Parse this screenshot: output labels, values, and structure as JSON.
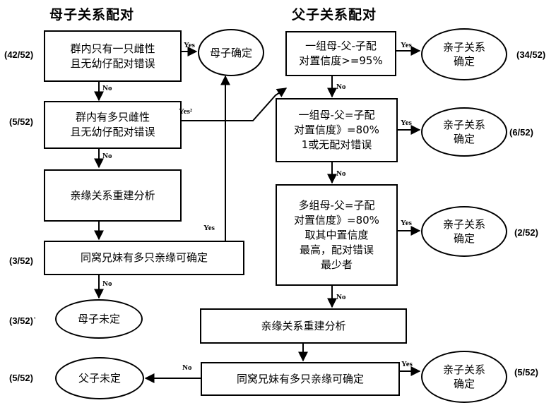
{
  "titles": {
    "left": "母子关系配对",
    "right": "父子关系配对"
  },
  "left": {
    "box1": [
      "群内只有一只雌性",
      "且无幼仔配对错误"
    ],
    "box2": [
      "群内有多只雌性",
      "且无幼仔配对错误"
    ],
    "box3": "亲缘关系重建分析",
    "box4": "同窝兄妹有多只亲缘可确定",
    "ellipse_confirm": "母子确定",
    "ellipse_undetermined": "母子未定"
  },
  "right": {
    "box1": [
      "一组母-父-子配",
      "对置信度>=95%"
    ],
    "box2": [
      "一组母-父=子配",
      "对置信度》=80%",
      "1或无配对错误"
    ],
    "box3": [
      "多组母-父=子配",
      "对置信度》=80%",
      "取其中置信度",
      "最高，配对错误",
      "最少者"
    ],
    "box4": "亲缘关系重建分析",
    "box5": "同窝兄妹有多只亲缘可确定",
    "ellipse_confirm": [
      "亲子关系",
      "确定"
    ],
    "ellipse_undetermined": "父子未定"
  },
  "ratios": {
    "left_box1": "(42/52)",
    "left_box2": "(5/52)",
    "left_box4": "(3/52)",
    "left_undetermined": "(3/52)ʿ",
    "right_undetermined": "(5/52)",
    "right_e1": "(34/52)",
    "right_e2": "(6/52)",
    "right_e3": "(2/52)",
    "right_e4": "(5/52)"
  },
  "labels": {
    "yes": "Yes",
    "yes2": "Yes²",
    "no": "No"
  }
}
